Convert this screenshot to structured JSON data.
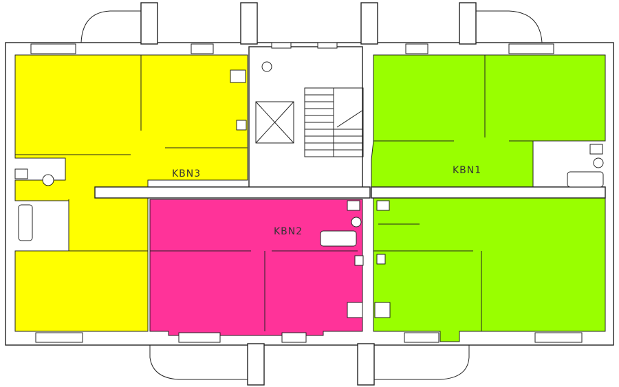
{
  "plan": {
    "apartments": [
      {
        "id": "kbn1",
        "label": "KBN1",
        "color": "#99ff00"
      },
      {
        "id": "kbn2",
        "label": "KBN2",
        "color": "#ff3399"
      },
      {
        "id": "kbn3",
        "label": "KBN3",
        "color": "#ffff00"
      }
    ],
    "wall_color": "#222222",
    "background": "#ffffff"
  }
}
